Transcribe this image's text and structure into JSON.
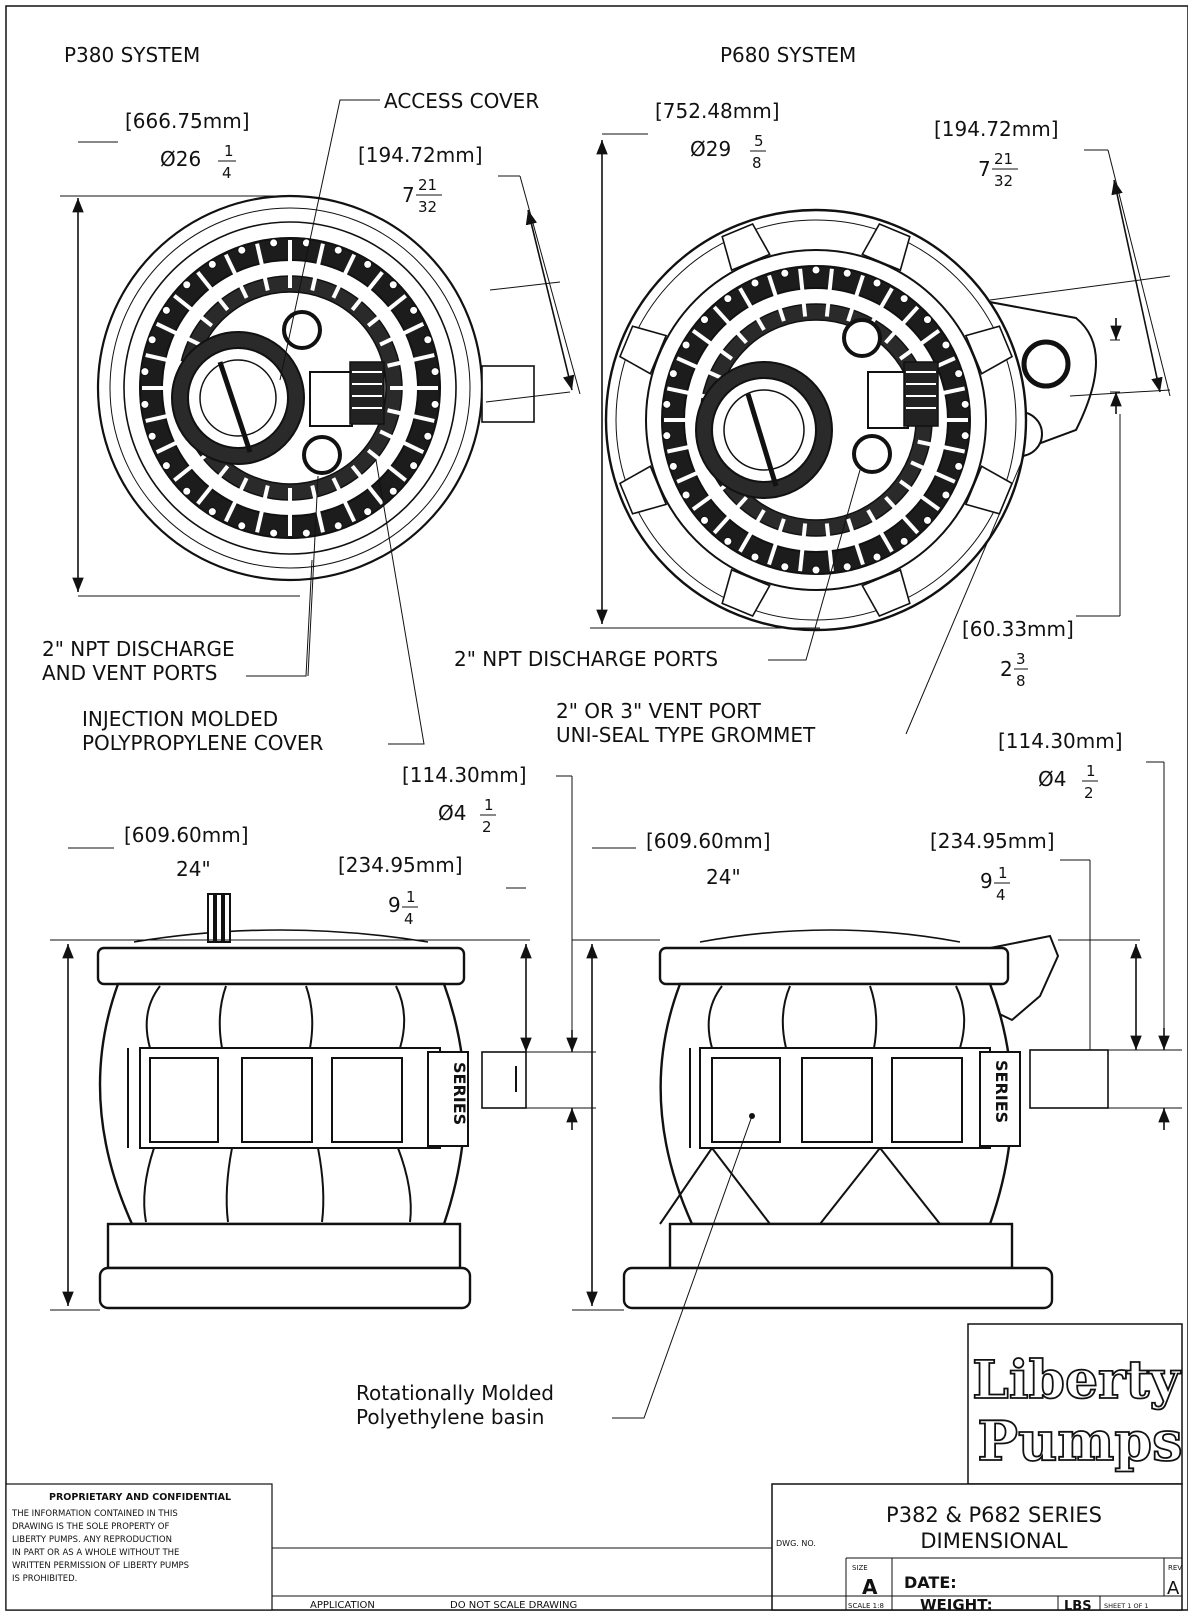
{
  "views": {
    "p380_title": "P380 SYSTEM",
    "p680_title": "P680 SYSTEM"
  },
  "callouts": {
    "access_cover": "ACCESS COVER",
    "discharge_vent_1": "2\" NPT DISCHARGE",
    "discharge_vent_2": "AND VENT PORTS",
    "cover_1": "INJECTION MOLDED",
    "cover_2": "POLYPROPYLENE COVER",
    "discharge_ports": "2\" NPT DISCHARGE PORTS",
    "vent_port_1": "2\" OR 3\" VENT PORT",
    "vent_port_2": "UNI-SEAL TYPE GROMMET",
    "basin_1": "Rotationally Molded",
    "basin_2": "Polyethylene basin"
  },
  "dimensions": {
    "p380_dia_mm": "[666.75mm]",
    "p380_dia_in": "Ø26",
    "p380_dia_num": "1",
    "p380_dia_den": "4",
    "p380_offset_mm": "[194.72mm]",
    "p380_offset_in": "7",
    "p380_offset_num": "21",
    "p380_offset_den": "32",
    "p680_dia_mm": "[752.48mm]",
    "p680_dia_in": "Ø29",
    "p680_dia_num": "5",
    "p680_dia_den": "8",
    "p680_offset_mm": "[194.72mm]",
    "p680_offset_in": "7",
    "p680_offset_num": "21",
    "p680_offset_den": "32",
    "p680_vent_mm": "[60.33mm]",
    "p680_vent_in": "2",
    "p680_vent_num": "3",
    "p680_vent_den": "8",
    "p380_pipe_mm": "[114.30mm]",
    "p380_pipe_in": "Ø4",
    "p380_pipe_num": "1",
    "p380_pipe_den": "2",
    "p680_pipe_mm": "[114.30mm]",
    "p680_pipe_in": "Ø4",
    "p680_pipe_num": "1",
    "p680_pipe_den": "2",
    "p380_height_mm": "[609.60mm]",
    "p380_height_in": "24\"",
    "p680_height_mm": "[609.60mm]",
    "p680_height_in": "24\"",
    "p380_port_mm": "[234.95mm]",
    "p380_port_in": "9",
    "p380_port_num": "1",
    "p380_port_den": "4",
    "p680_port_mm": "[234.95mm]",
    "p680_port_in": "9",
    "p680_port_num": "1",
    "p680_port_den": "4"
  },
  "logo": {
    "line1": "Liberty",
    "line2": "Pumps"
  },
  "proprietary": {
    "heading": "PROPRIETARY AND CONFIDENTIAL",
    "lines": [
      "THE INFORMATION CONTAINED IN THIS",
      "DRAWING IS THE SOLE PROPERTY OF",
      "LIBERTY PUMPS. ANY REPRODUCTION",
      "IN PART OR AS A WHOLE WITHOUT THE",
      "WRITTEN PERMISSION OF LIBERTY PUMPS",
      "IS PROHIBITED."
    ]
  },
  "title_block": {
    "title_1": "P382 & P682 SERIES",
    "title_2": "DIMENSIONAL",
    "dwg_no_label": "DWG. NO.",
    "size_label": "SIZE",
    "size_value": "A",
    "date_label": "DATE:",
    "rev_label": "REV",
    "rev_value": "A",
    "scale_label": "SCALE 1:8",
    "weight_label": "WEIGHT:",
    "weight_unit": "LBS",
    "sheet_label": "SHEET 1 OF 1",
    "application": "APPLICATION",
    "do_not_scale": "DO NOT SCALE DRAWING"
  },
  "side_labels": {
    "series": "SERIES"
  }
}
